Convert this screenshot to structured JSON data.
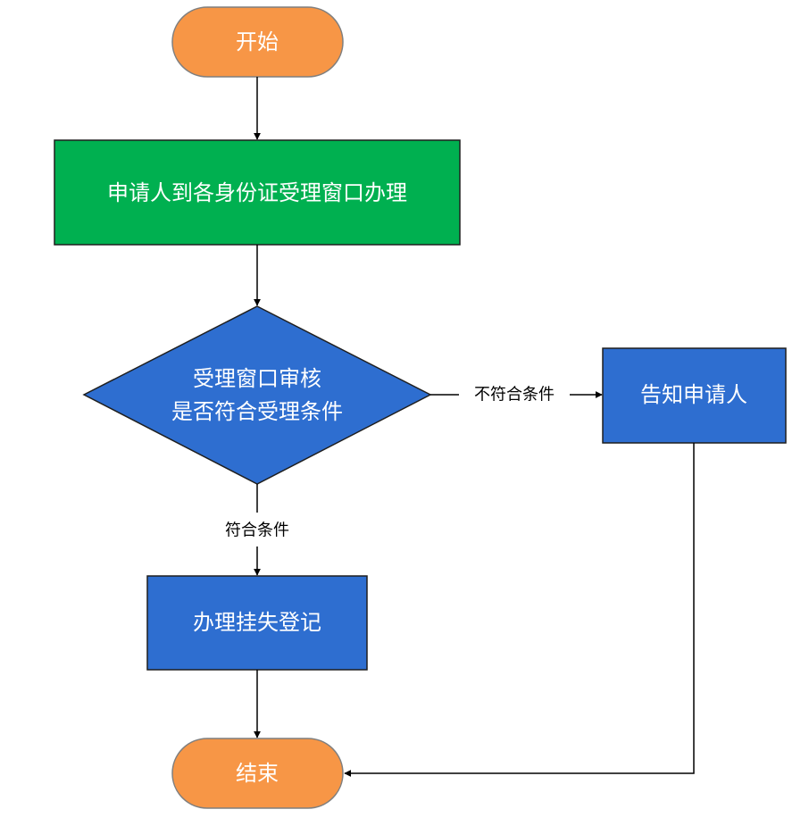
{
  "colors": {
    "terminal": "#F79646",
    "terminal_border": "#7F7F7F",
    "process_green": "#00B050",
    "process_blue": "#2E6ED0",
    "decision": "#2E6ED0",
    "box_border": "#1F1F1F",
    "line": "#000000",
    "node_text": "#FFFFFF"
  },
  "nodes": {
    "start": {
      "label": "开始"
    },
    "apply": {
      "label": "申请人到各身份证受理窗口办理"
    },
    "review": {
      "line1": "受理窗口审核",
      "line2": "是否符合受理条件"
    },
    "notify": {
      "label": "告知申请人"
    },
    "process": {
      "label": "办理挂失登记"
    },
    "end": {
      "label": "结束"
    }
  },
  "edges": {
    "not_eligible": "不符合条件",
    "eligible": "符合条件"
  }
}
